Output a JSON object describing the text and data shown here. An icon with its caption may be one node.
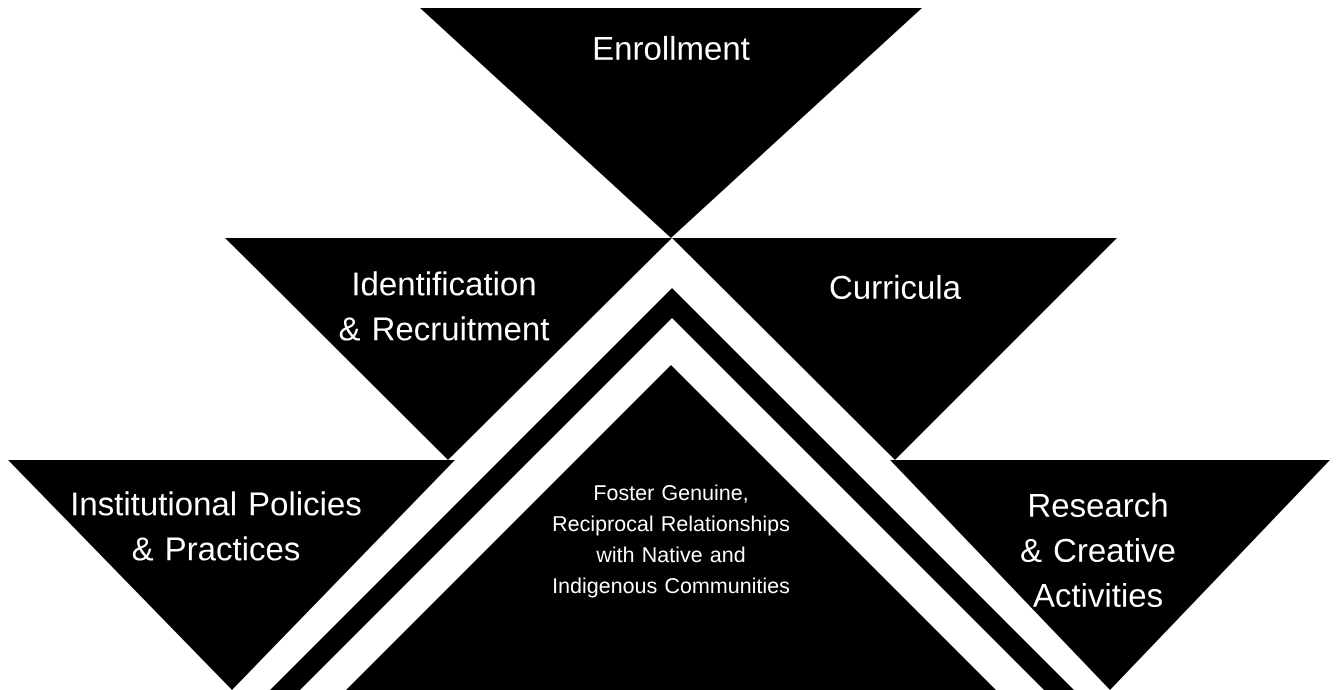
{
  "diagram": {
    "nodes": [
      {
        "text": [
          "Enrollment"
        ]
      },
      {
        "text": [
          "Identification & Recruitment"
        ]
      },
      {
        "text": [
          "Curricula"
        ]
      },
      {
        "text": [
          "Institutional Policies & Practices"
        ]
      },
      {
        "text": [
          "Research & Creative Activities"
        ]
      },
      {
        "text": [
          "Foster Genuine, Reciprocal Relationships with Native and Indigenous Communities"
        ]
      }
    ]
  }
}
